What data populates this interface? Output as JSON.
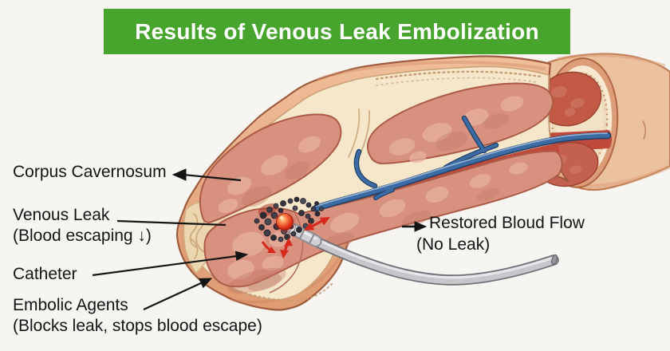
{
  "title": {
    "text": "Results of Venous Leak Embolization"
  },
  "labels": {
    "corpus_cavernosum": {
      "text": "Corpus Cavernosum"
    },
    "venous_leak": {
      "text": "Venous Leak",
      "subtext": "(Blood escaping ↓)"
    },
    "catheter": {
      "text": "Catheter"
    },
    "embolic_agents": {
      "text": "Embolic Agents",
      "subtext": "(Blocks leak, stops blood escape)"
    },
    "restored_flow": {
      "text": "Restored Bloud Flow",
      "subtext": "(No Leak)",
      "arrow_icon": "→"
    }
  },
  "colors": {
    "banner_green": "#47A42C",
    "banner_text": "#FFFFFF",
    "background": "#F7F5F2",
    "label_text": "#141414",
    "skin": "#EAAE87",
    "tunica_cream": "#F6E7CB",
    "chamber_pink": "#D8917F",
    "vein_blue": "#3D6CA5",
    "channel_red": "#C1493B",
    "catheter_gray": "#C6C6CB",
    "embolic_dark": "#3A3944",
    "alert_red": "#D6291B"
  }
}
